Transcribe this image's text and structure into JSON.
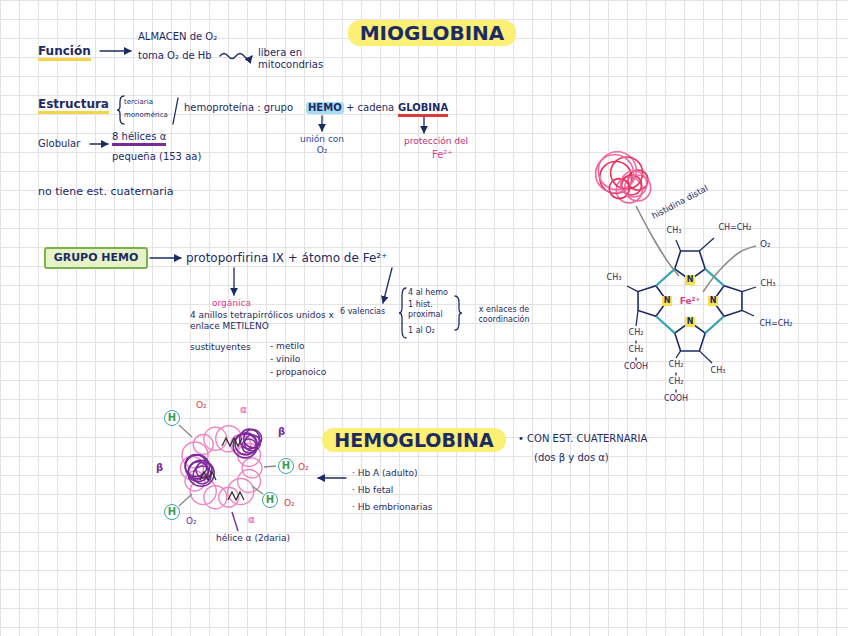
{
  "diagram": {
    "title": "MIOGLOBINA",
    "nodes": [
      {
        "text": [
          "GRUPO HEMO"
        ]
      },
      {
        "text": [
          "N"
        ]
      },
      {
        "text": [
          "N"
        ]
      },
      {
        "text": [
          "N"
        ]
      },
      {
        "text": [
          "N"
        ]
      },
      {
        "text": [
          "H"
        ]
      },
      {
        "text": [
          "HEMOGLOBINA"
        ]
      },
      {
        "text": [
          "H"
        ]
      },
      {
        "text": [
          "H"
        ]
      },
      {
        "text": [
          "H"
        ]
      }
    ],
    "labels": [
      "Función",
      "ALMACEN de O₂",
      "toma O₂ de Hb",
      "libera en mitocondrias",
      "Estructura",
      "terciaria",
      "monomérica",
      "hemoproteína : grupo",
      "HEMO",
      "+ cadena",
      "GLOBINA",
      "unión con O₂",
      "protección del",
      "Fe²⁺",
      "Globular",
      "8 hélices α",
      "pequeña (153 aa)",
      "no tiene est. cuaternaria",
      "protoporfirina IX + átomo de Fe²⁺",
      "orgánica",
      "4 anillos tetrapirrólicos unidos x enlace METILENO",
      "sustituyentes",
      "- metilo",
      "- vinilo",
      "- propanoico",
      "6 valencias",
      "4 al hemo",
      "1 hist. proximal",
      "1 al O₂",
      "x enlaces de coordinación",
      "histidina distal",
      "CH₃",
      "CH=CH₂",
      "O₂",
      "CH₃",
      "Fe²⁺",
      "CH₃",
      "CH=CH₂",
      "CH₂",
      "CH₂",
      "COOH",
      "CH₂",
      "CH₂",
      "COOH",
      "CH₃",
      "O₂",
      "α",
      "β",
      "β",
      "O₂",
      "O₂",
      "α",
      "O₂",
      "hélice α (2daria)",
      "• CON EST. CUATERNARIA",
      "(dos β y dos α)",
      "· Hb A (adulto)",
      "· Hb fetal",
      "· Hb embrionarias"
    ]
  }
}
